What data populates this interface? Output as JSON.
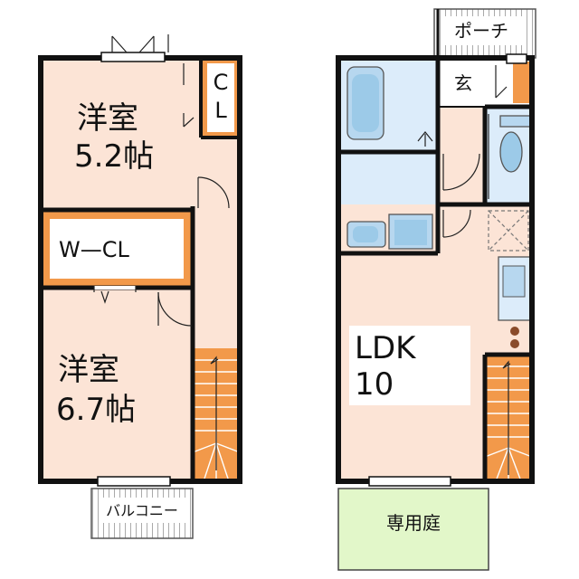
{
  "colors": {
    "room_fill": "#fce4d6",
    "water_fill": "#dcecfa",
    "storage_fill": "#f2994a",
    "garden_fill": "#e2f7c9",
    "wall": "#111111"
  },
  "floor2": {
    "bedroom1": {
      "name": "洋室",
      "size": "5.2帖"
    },
    "closet": {
      "c": "C",
      "l": "L"
    },
    "walk_in_closet": "W—CL",
    "bedroom2": {
      "name": "洋室",
      "size": "6.7帖"
    },
    "balcony": "バルコニー"
  },
  "floor1": {
    "porch": "ポーチ",
    "entrance": "玄",
    "ldk": {
      "name": "LDK",
      "size": "10"
    },
    "private_garden": "専用庭"
  }
}
